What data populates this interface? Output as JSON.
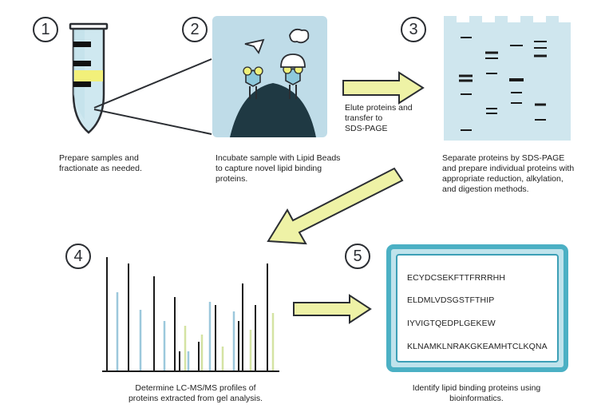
{
  "steps": [
    {
      "number": "1",
      "caption_lines": [
        "Prepare samples and",
        "fractionate as needed."
      ]
    },
    {
      "number": "2",
      "caption_lines": [
        "Incubate sample with Lipid Beads",
        "to capture novel lipid binding",
        "proteins."
      ]
    },
    {
      "number": "3",
      "caption_lines": [
        "Separate proteins by SDS-PAGE",
        "and prepare individual proteins with",
        "appropriate reduction, alkylation,",
        "and digestion methods."
      ]
    },
    {
      "number": "4",
      "caption_lines": [
        "Determine LC-MS/MS profiles of",
        "proteins extracted from gel analysis."
      ]
    },
    {
      "number": "5",
      "caption_lines": [
        "Identify lipid binding proteins using",
        "bioinformatics."
      ]
    }
  ],
  "transfer_label_lines": [
    "Elute proteins and",
    "transfer to",
    "SDS-PAGE"
  ],
  "sequences": [
    "ECYDCSEKFTTFRRRHH",
    "ELDMLVDSGSTFTHIP",
    "IYVIGTQEDPLGEKEW",
    "KLNAMKLNRAKGKEAMHTCLKQNA"
  ],
  "colors": {
    "outline": "#2b2e33",
    "arrow_fill": "#eef2a6",
    "gel_blue": "#cfe6ee",
    "bead_dark": "#1f3943",
    "protein_blue": "#8ec9dc",
    "lipid_yellow": "#eef07a",
    "spectrum_blue": "#9cc8dc",
    "spectrum_green": "#d4e3a3",
    "spectrum_black": "#1b1b1b",
    "box_teal": "#4bb0c4"
  },
  "icons": [
    "tube-icon",
    "lipid-bead-icon",
    "sds-gel-icon",
    "ms-spectrum-icon",
    "arrow-icon"
  ]
}
